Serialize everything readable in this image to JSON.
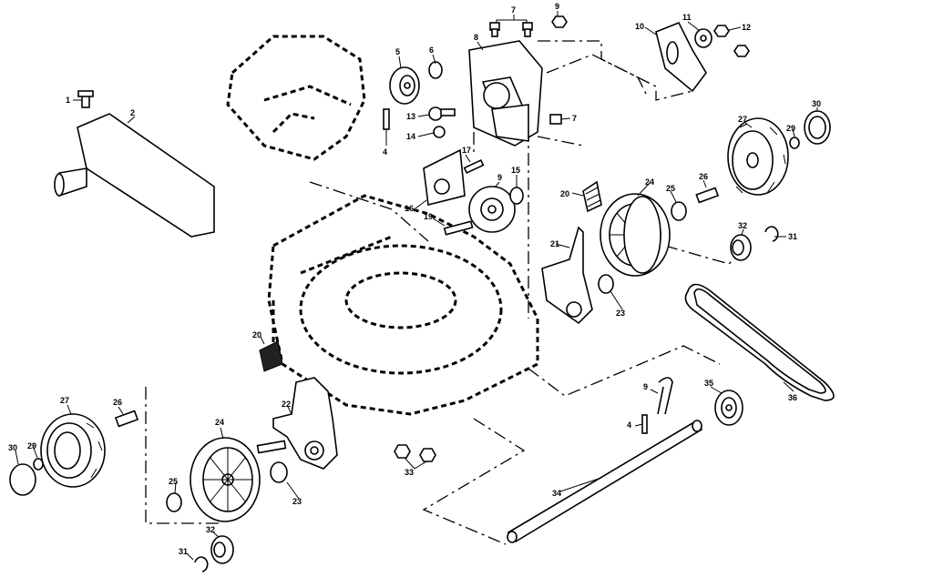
{
  "labels": {
    "l1": "1",
    "l2": "2",
    "l4a": "4",
    "l4b": "4",
    "l5": "5",
    "l6": "6",
    "l7a": "7",
    "l7b": "7",
    "l8": "8",
    "l9a": "9",
    "l9b": "9",
    "l9c": "9",
    "l10": "10",
    "l11": "11",
    "l12": "12",
    "l13": "13",
    "l14": "14",
    "l15": "15",
    "l16": "16",
    "l17": "17",
    "l19": "19",
    "l20a": "20",
    "l20b": "20",
    "l21": "21",
    "l22": "22",
    "l23a": "23",
    "l23b": "23",
    "l24a": "24",
    "l24b": "24",
    "l25a": "25",
    "l25b": "25",
    "l26a": "26",
    "l26b": "26",
    "l27a": "27",
    "l27b": "27",
    "l29a": "29",
    "l29b": "29",
    "l30a": "30",
    "l30b": "30",
    "l31a": "31",
    "l31b": "31",
    "l32a": "32",
    "l32b": "32",
    "l33": "33",
    "l34": "34",
    "l35": "35",
    "l36": "36"
  }
}
